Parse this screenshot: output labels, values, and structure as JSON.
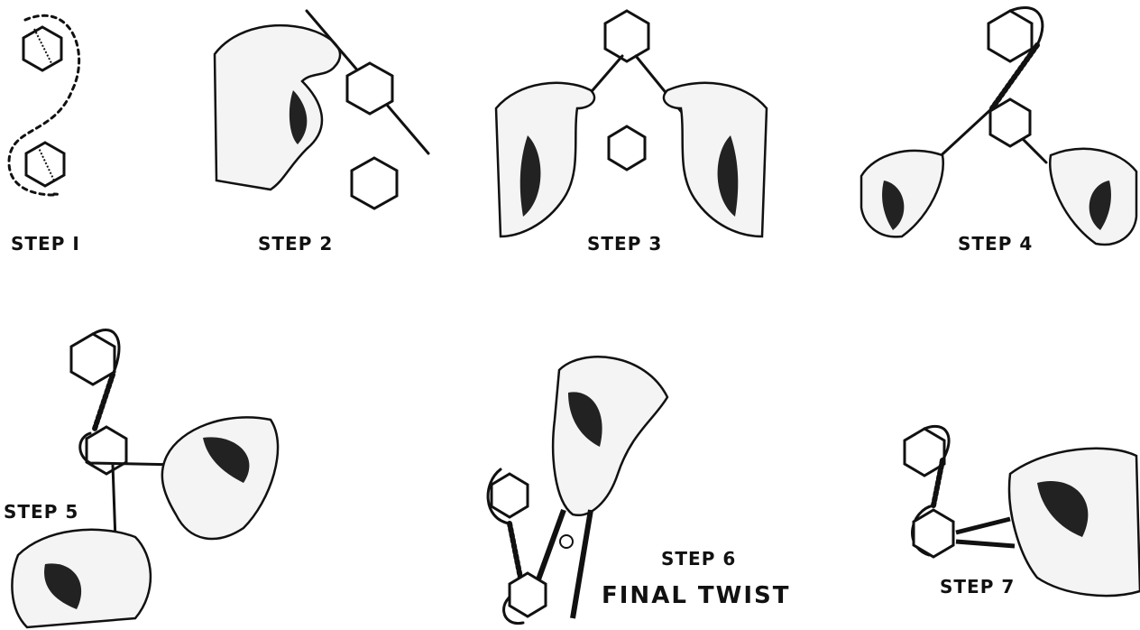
{
  "steps": [
    {
      "label": "STEP I"
    },
    {
      "label": "STEP 2"
    },
    {
      "label": "STEP 3"
    },
    {
      "label": "STEP 4"
    },
    {
      "label": "STEP 5"
    },
    {
      "label": "STEP 6",
      "sublabel": "FINAL TWIST"
    },
    {
      "label": "STEP 7"
    }
  ]
}
